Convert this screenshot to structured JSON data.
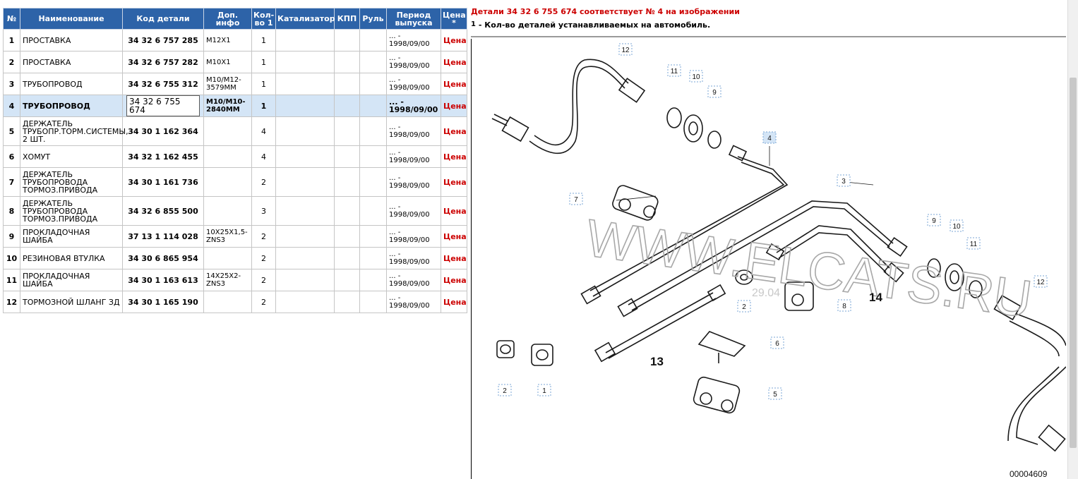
{
  "table": {
    "headers": {
      "num": "№",
      "name": "Наименование",
      "code": "Код детали",
      "info": "Доп. инфо",
      "qty": "Кол-во 1",
      "catalyst": "Катализатор",
      "gearbox": "КПП",
      "steering": "Руль",
      "period": "Период выпуска",
      "price": "Цена *"
    },
    "rows": [
      {
        "num": "1",
        "name": "ПРОСТАВКА",
        "code": "34 32 6 757 285",
        "info": "M12X1",
        "qty": "1",
        "period": "... - 1998/09/00",
        "price": "Цена"
      },
      {
        "num": "2",
        "name": "ПРОСТАВКА",
        "code": "34 32 6 757 282",
        "info": "M10X1",
        "qty": "1",
        "period": "... - 1998/09/00",
        "price": "Цена"
      },
      {
        "num": "3",
        "name": "ТРУБОПРОВОД",
        "code": "34 32 6 755 312",
        "info": "M10/M12-3579MM",
        "qty": "1",
        "period": "... - 1998/09/00",
        "price": "Цена"
      },
      {
        "num": "4",
        "name": "ТРУБОПРОВОД",
        "code": "34 32 6 755 674",
        "info": "M10/M10-2840MM",
        "qty": "1",
        "period": "... - 1998/09/00",
        "price": "Цена"
      },
      {
        "num": "5",
        "name": "ДЕРЖАТЕЛЬ ТРУБОПР.ТОРМ.СИСТЕМЫ, 2 ШТ.",
        "code": "34 30 1 162 364",
        "info": "",
        "qty": "4",
        "period": "... - 1998/09/00",
        "price": "Цена"
      },
      {
        "num": "6",
        "name": "ХОМУТ",
        "code": "34 32 1 162 455",
        "info": "",
        "qty": "4",
        "period": "... - 1998/09/00",
        "price": "Цена"
      },
      {
        "num": "7",
        "name": "ДЕРЖАТЕЛЬ ТРУБОПРОВОДА ТОРМОЗ.ПРИВОДА",
        "code": "34 30 1 161 736",
        "info": "",
        "qty": "2",
        "period": "... - 1998/09/00",
        "price": "Цена"
      },
      {
        "num": "8",
        "name": "ДЕРЖАТЕЛЬ ТРУБОПРОВОДА ТОРМОЗ.ПРИВОДА",
        "code": "34 32 6 855 500",
        "info": "",
        "qty": "3",
        "period": "... - 1998/09/00",
        "price": "Цена"
      },
      {
        "num": "9",
        "name": "ПРОКЛАДОЧНАЯ ШАЙБА",
        "code": "37 13 1 114 028",
        "info": "10X25X1,5-ZNS3",
        "qty": "2",
        "period": "... - 1998/09/00",
        "price": "Цена"
      },
      {
        "num": "10",
        "name": "РЕЗИНОВАЯ ВТУЛКА",
        "code": "34 30 6 865 954",
        "info": "",
        "qty": "2",
        "period": "... - 1998/09/00",
        "price": "Цена"
      },
      {
        "num": "11",
        "name": "ПРОКЛАДОЧНАЯ ШАЙБА",
        "code": "34 30 1 163 613",
        "info": "14X25X2-ZNS3",
        "qty": "2",
        "period": "... - 1998/09/00",
        "price": "Цена"
      },
      {
        "num": "12",
        "name": "ТОРМОЗНОЙ ШЛАНГ ЗД",
        "code": "34 30 1 165 190",
        "info": "",
        "qty": "2",
        "period": "... - 1998/09/00",
        "price": "Цена"
      }
    ],
    "highlighted_row": "4"
  },
  "info": {
    "match_text": "Детали 34 32 6 755 674 соответствует № 4 на изображении",
    "legend_num": "1",
    "legend_text": "- Кол-во деталей устанавливаемых на автомобиль."
  },
  "diagram": {
    "callouts": [
      "12",
      "11",
      "10",
      "9",
      "4",
      "3",
      "7",
      "9",
      "10",
      "11",
      "2",
      "8",
      "6",
      "12",
      "2",
      "1",
      "5"
    ],
    "big_labels": [
      "13",
      "14"
    ],
    "watermark": "WWW.ELCATS.RU",
    "watermark_date": "29.04",
    "image_code": "00004609"
  }
}
